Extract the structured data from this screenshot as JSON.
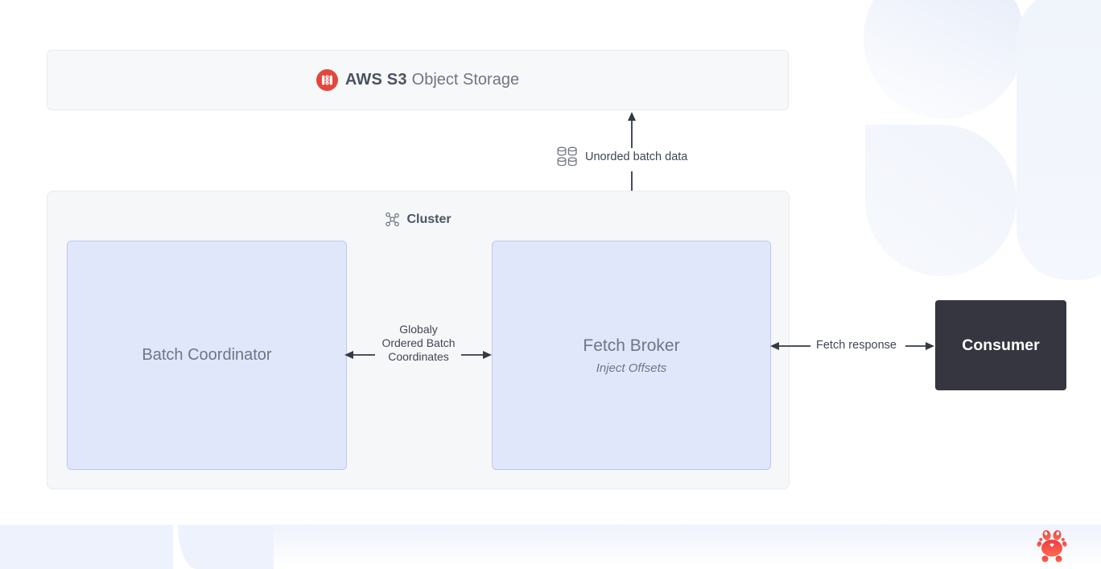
{
  "colors": {
    "accent_red": "#e2483d",
    "node_fill": "#e1e7fb",
    "node_border": "#bdc8f0",
    "container_fill": "#f6f7f9",
    "container_border": "#e9eaee",
    "consumer_fill": "#35363f",
    "arrow": "#333a46",
    "text_primary": "#4b5563",
    "text_secondary": "#6f7684"
  },
  "s3_header": {
    "brand": "AWS S3",
    "title": "Object Storage",
    "icon": "s3-bucket-icon"
  },
  "cluster": {
    "label": "Cluster",
    "icon": "cluster-network-icon"
  },
  "nodes": {
    "batch_coordinator": {
      "label": "Batch Coordinator"
    },
    "fetch_broker": {
      "label": "Fetch Broker",
      "sublabel": "Inject Offsets"
    },
    "consumer": {
      "label": "Consumer"
    }
  },
  "edges": {
    "s3_to_broker": {
      "label": "Unorded batch data",
      "icon": "database-stack-icon",
      "direction": "bidirectional-vertical"
    },
    "coordinator_to_broker": {
      "line1": "Globaly",
      "line2": "Ordered Batch",
      "line3": "Coordinates",
      "direction": "bidirectional-horizontal"
    },
    "broker_to_consumer": {
      "label": "Fetch response",
      "direction": "bidirectional-horizontal"
    }
  },
  "footer": {
    "logo": "crab-logo"
  }
}
